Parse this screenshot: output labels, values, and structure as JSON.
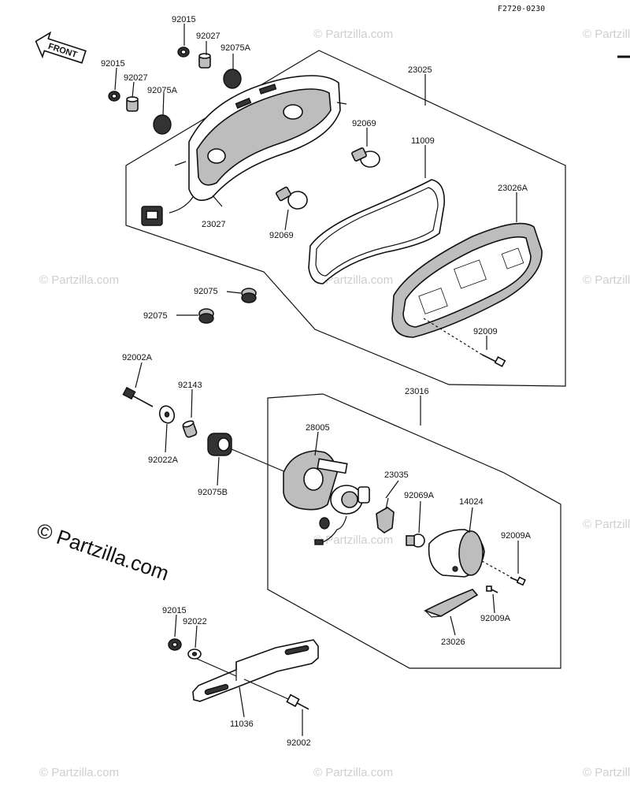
{
  "figure_code": "F2720-0230",
  "front_label": "FRONT",
  "watermark_main": "© Partzilla.com",
  "watermark_faint": "© Partzilla.com",
  "callouts": {
    "c92015a": "92015",
    "c92027a": "92027",
    "c92075Aa": "92075A",
    "c92015b": "92015",
    "c92027b": "92027",
    "c92075Ab": "92075A",
    "c23025": "23025",
    "c92069a": "92069",
    "c11009": "11009",
    "c23026A": "23026A",
    "c23027": "23027",
    "c92069b": "92069",
    "c92075a": "92075",
    "c92075b": "92075",
    "c92009": "92009",
    "c92002A": "92002A",
    "c92143": "92143",
    "c23016": "23016",
    "c92022A": "92022A",
    "c28005": "28005",
    "c92075B": "92075B",
    "c23035": "23035",
    "c92069A": "92069A",
    "c14024": "14024",
    "c92009Aa": "92009A",
    "c92009Ab": "92009A",
    "c23026": "23026",
    "c92015c": "92015",
    "c92022": "92022",
    "c11036": "11036",
    "c92002": "92002"
  }
}
